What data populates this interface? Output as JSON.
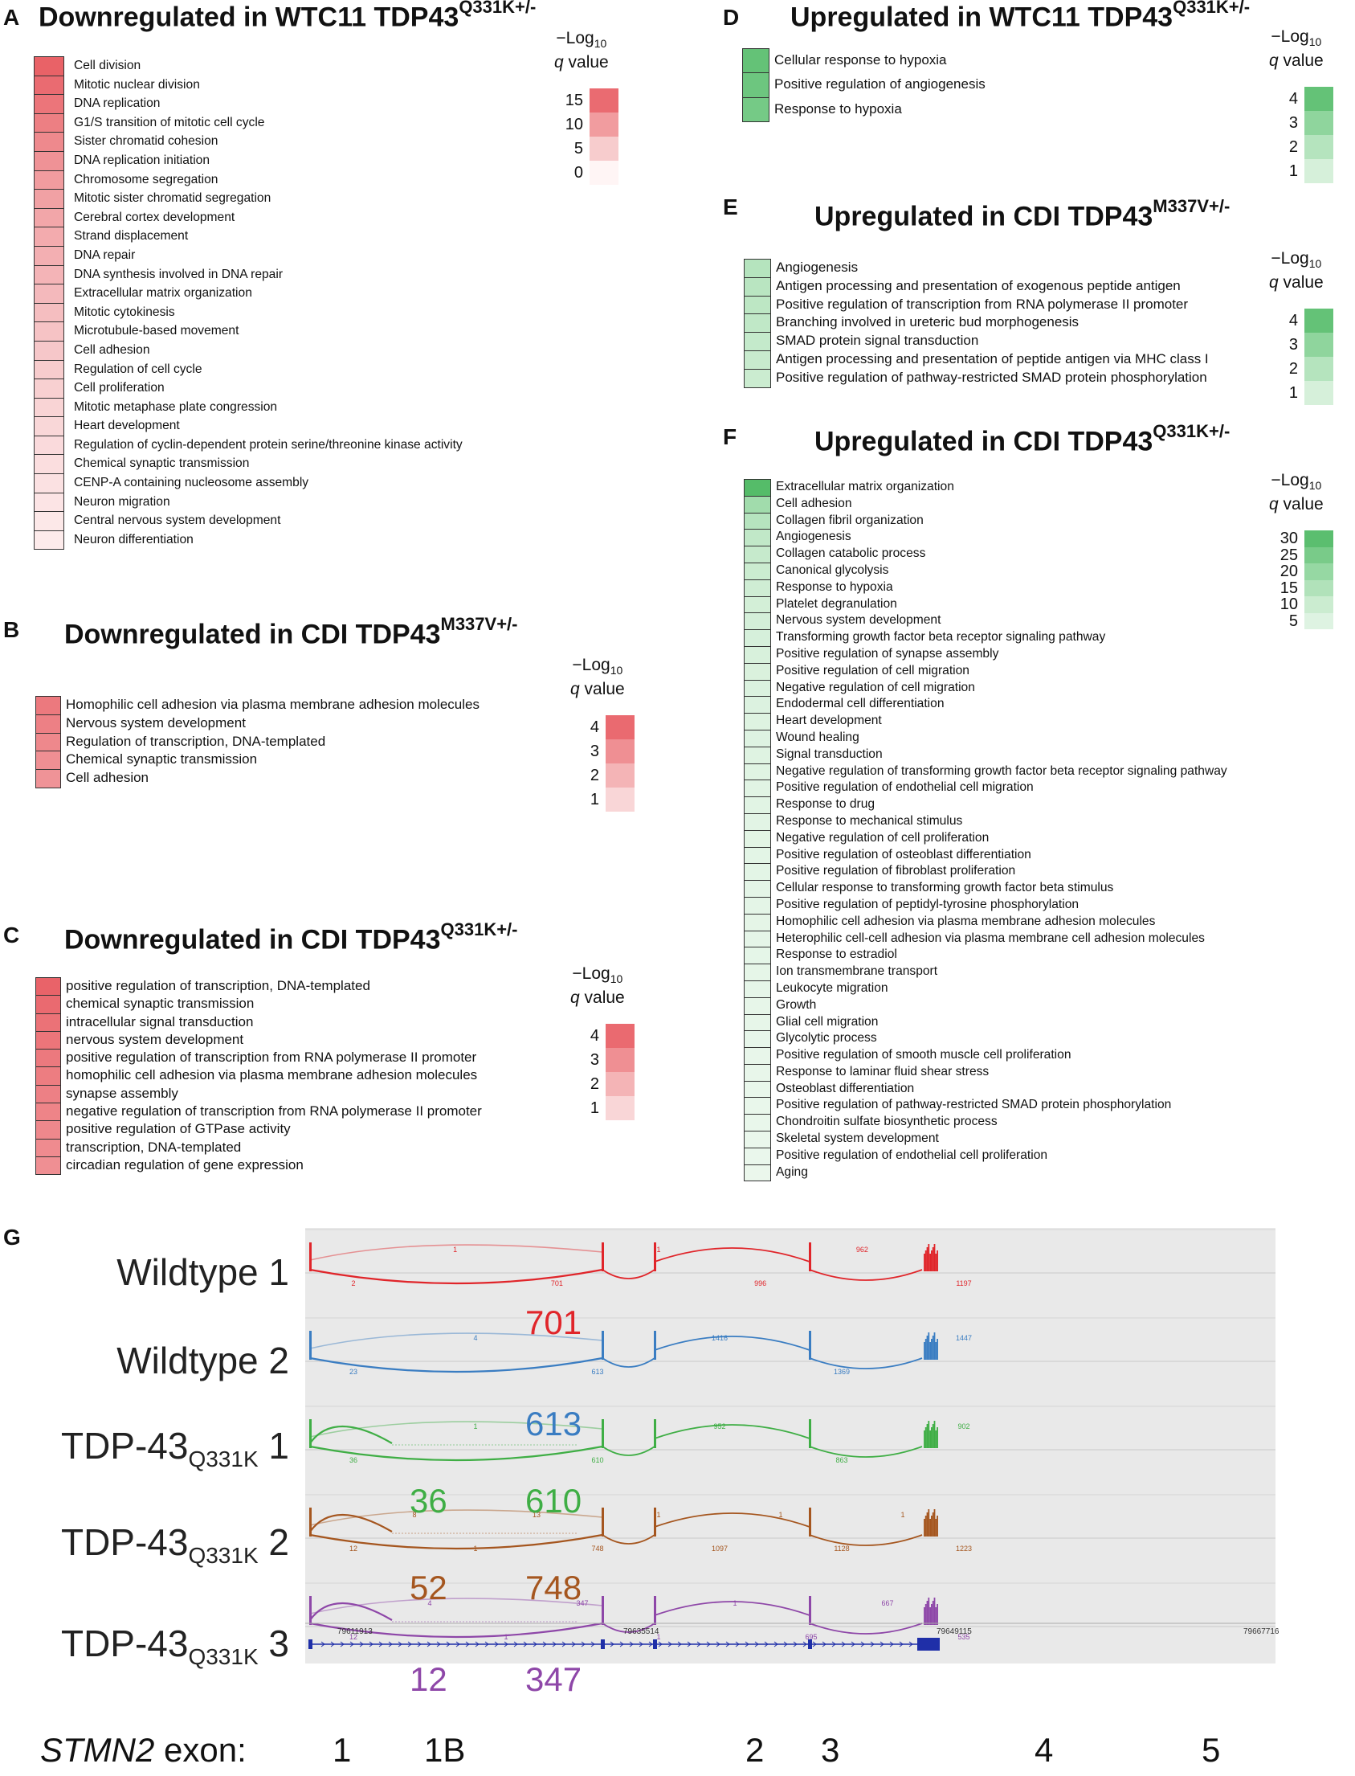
{
  "panels": {
    "A": {
      "label": "A",
      "title_main": "Downregulated in WTC11 TDP43",
      "title_sup": "Q331K+/-",
      "terms": [
        "Cell division",
        "Mitotic nuclear division",
        "DNA replication",
        "G1/S transition of mitotic cell cycle",
        "Sister chromatid cohesion",
        "DNA replication initiation",
        "Chromosome segregation",
        "Mitotic sister chromatid segregation",
        "Cerebral cortex development",
        "Strand displacement",
        "DNA repair",
        "DNA synthesis involved in DNA repair",
        "Extracellular matrix organization",
        "Mitotic cytokinesis",
        "Microtubule-based movement",
        "Cell adhesion",
        "Regulation of cell cycle",
        "Cell proliferation",
        "Mitotic metaphase plate congression",
        "Heart development",
        "Regulation of cyclin-dependent protein serine/threonine kinase activity",
        "Chemical synaptic transmission",
        "CENP-A containing nucleosome assembly",
        "Neuron migration",
        "Central nervous system development",
        "Neuron differentiation"
      ],
      "values": [
        16,
        15,
        14,
        13,
        12,
        11,
        10,
        9.5,
        9,
        8.5,
        8,
        7.5,
        7,
        6.5,
        6,
        5.5,
        5,
        4.5,
        4,
        3.6,
        3.2,
        2.8,
        2.4,
        2,
        1.6,
        1.2
      ],
      "legend": {
        "title1": "−Log",
        "title_sub": "10",
        "title2": "q value",
        "ticks": [
          "15",
          "10",
          "5",
          "0"
        ],
        "max": 17
      }
    },
    "B": {
      "label": "B",
      "title_main": "Downregulated in CDI TDP43",
      "title_sup": "M337V+/-",
      "terms": [
        "Homophilic cell adhesion via plasma membrane adhesion molecules",
        "Nervous system development",
        "Regulation of transcription, DNA-templated",
        "Chemical synaptic transmission",
        "Cell adhesion"
      ],
      "values": [
        3.6,
        3.4,
        3.2,
        3.0,
        2.9
      ],
      "legend": {
        "title1": "−Log",
        "title_sub": "10",
        "title2": "q value",
        "ticks": [
          "4",
          "3",
          "2",
          "1"
        ],
        "max": 4.5
      }
    },
    "C": {
      "label": "C",
      "title_main": "Downregulated in CDI TDP43",
      "title_sup": "Q331K+/-",
      "terms": [
        "positive regulation of transcription, DNA-templated",
        "chemical synaptic transmission",
        "intracellular signal transduction",
        "nervous system development",
        "positive regulation of transcription from RNA polymerase II promoter",
        "homophilic cell adhesion via plasma membrane adhesion molecules",
        "synapse assembly",
        "negative regulation of transcription from RNA polymerase II promoter",
        "positive regulation of GTPase activity",
        "transcription, DNA-templated",
        "circadian regulation of gene expression"
      ],
      "values": [
        4.2,
        4.0,
        3.8,
        3.7,
        3.6,
        3.5,
        3.4,
        3.3,
        3.2,
        3.1,
        3.0
      ],
      "legend": {
        "title1": "−Log",
        "title_sub": "10",
        "title2": "q value",
        "ticks": [
          "4",
          "3",
          "2",
          "1"
        ],
        "max": 4.5
      }
    },
    "D": {
      "label": "D",
      "title_main": "Upregulated in WTC11 TDP43",
      "title_sup": "Q331K+/-",
      "terms": [
        "Cellular response to hypoxia",
        "Positive regulation of angiogenesis",
        "Response to hypoxia"
      ],
      "values": [
        4.0,
        3.8,
        3.6
      ],
      "legend": {
        "title1": "−Log",
        "title_sub": "10",
        "title2": "q value",
        "ticks": [
          "4",
          "3",
          "2",
          "1"
        ],
        "max": 4.5
      }
    },
    "E": {
      "label": "E",
      "title_main": "Upregulated in CDI TDP43",
      "title_sup": "M337V+/-",
      "terms": [
        "Angiogenesis",
        "Antigen processing and presentation of exogenous peptide antigen",
        "Positive regulation of transcription from RNA polymerase II promoter",
        "Branching involved in ureteric bud morphogenesis",
        "SMAD protein signal transduction",
        "Antigen processing and presentation of peptide antigen via MHC class I",
        "Positive regulation of pathway-restricted SMAD protein phosphorylation"
      ],
      "values": [
        2.0,
        1.9,
        1.8,
        1.7,
        1.6,
        1.5,
        1.4
      ],
      "legend": {
        "title1": "−Log",
        "title_sub": "10",
        "title2": "q value",
        "ticks": [
          "4",
          "3",
          "2",
          "1"
        ],
        "max": 4.5
      }
    },
    "F": {
      "label": "F",
      "title_main": "Upregulated in CDI TDP43",
      "title_sup": "Q331K+/-",
      "terms": [
        "Extracellular matrix organization",
        "Cell adhesion",
        "Collagen fibril organization",
        "Angiogenesis",
        "Collagen catabolic process",
        "Canonical glycolysis",
        "Response to hypoxia",
        "Platelet degranulation",
        "Nervous system development",
        "Transforming growth factor beta receptor signaling pathway",
        "Positive regulation of synapse assembly",
        "Positive regulation of cell migration",
        "Negative regulation of cell migration",
        "Endodermal cell differentiation",
        "Heart development",
        "Wound healing",
        "Signal transduction",
        "Negative regulation of transforming growth factor beta receptor signaling pathway",
        "Positive regulation of endothelial cell migration",
        "Response to drug",
        "Response to mechanical stimulus",
        "Negative regulation of cell proliferation",
        "Positive regulation of osteoblast differentiation",
        "Positive regulation of fibroblast proliferation",
        "Cellular response to transforming growth factor beta stimulus",
        "Positive regulation of peptidyl-tyrosine phosphorylation",
        "Homophilic cell adhesion via plasma membrane adhesion molecules",
        "Heterophilic cell-cell adhesion via plasma membrane cell adhesion molecules",
        "Response to estradiol",
        "Ion transmembrane transport",
        "Leukocyte migration",
        "Growth",
        "Glial cell migration",
        "Glycolytic process",
        "Positive regulation of smooth muscle cell proliferation",
        "Response to laminar fluid shear stress",
        "Osteoblast differentiation",
        "Positive regulation of pathway-restricted SMAD protein phosphorylation",
        "Chondroitin sulfate biosynthetic process",
        "Skeletal system development",
        "Positive regulation of endothelial cell proliferation",
        "Aging"
      ],
      "values": [
        31,
        18,
        14,
        12,
        11,
        10,
        9,
        8,
        7.5,
        7,
        6.6,
        6.2,
        5.8,
        5.5,
        5.2,
        5,
        4.8,
        4.6,
        4.4,
        4.2,
        4,
        3.9,
        3.8,
        3.7,
        3.6,
        3.5,
        3.4,
        3.3,
        3.2,
        3.1,
        3,
        2.9,
        2.8,
        2.7,
        2.6,
        2.5,
        2.4,
        2.3,
        2.2,
        2.1,
        2,
        1.9
      ],
      "legend": {
        "title1": "−Log",
        "title_sub": "10",
        "title2": "q value",
        "ticks": [
          "30",
          "25",
          "20",
          "15",
          "10",
          "5"
        ],
        "max": 32
      }
    }
  },
  "panel_g": {
    "label": "G",
    "tracks": [
      {
        "name": "Wildtype 1",
        "sub": "",
        "suffix": "",
        "color": "#e0252a",
        "big_labels": [
          "701"
        ],
        "arc_labels": [
          "2",
          "1",
          "701",
          "1",
          "996",
          "962",
          "1197"
        ]
      },
      {
        "name": "Wildtype 2",
        "sub": "",
        "suffix": "",
        "color": "#3a7dc2",
        "big_labels": [
          "613"
        ],
        "arc_labels": [
          "23",
          "4",
          "613",
          "1416",
          "1369",
          "1447"
        ]
      },
      {
        "name": "TDP-43",
        "sub": "Q331K",
        "suffix": "1",
        "color": "#3fae45",
        "big_labels": [
          "36",
          "610"
        ],
        "arc_labels": [
          "36",
          "1",
          "610",
          "952",
          "863",
          "902"
        ]
      },
      {
        "name": "TDP-43",
        "sub": "Q331K",
        "suffix": "2",
        "color": "#a5561f",
        "big_labels": [
          "52",
          "748"
        ],
        "arc_labels": [
          "12",
          "8",
          "1",
          "13",
          "748",
          "1",
          "1097",
          "1",
          "1128",
          "1",
          "1223"
        ]
      },
      {
        "name": "TDP-43",
        "sub": "Q331K",
        "suffix": "3",
        "color": "#8e47a8",
        "big_labels": [
          "12",
          "347"
        ],
        "arc_labels": [
          "12",
          "4",
          "1",
          "347",
          "1",
          "1",
          "695",
          "667",
          "535"
        ]
      }
    ],
    "coords": [
      "79611913",
      "79635514",
      "79649115",
      "79667716"
    ],
    "exon_title_gene": "STMN2",
    "exon_title_rest": " exon:",
    "exons": [
      "1",
      "1B",
      "2",
      "3",
      "4",
      "5"
    ]
  },
  "colors": {
    "red_scale": [
      "#fff5f5",
      "#f6c6c8",
      "#ef8f93",
      "#e8585e"
    ],
    "green_scale": [
      "#f2faf3",
      "#c8ebce",
      "#8fd59d",
      "#4fb964"
    ]
  }
}
